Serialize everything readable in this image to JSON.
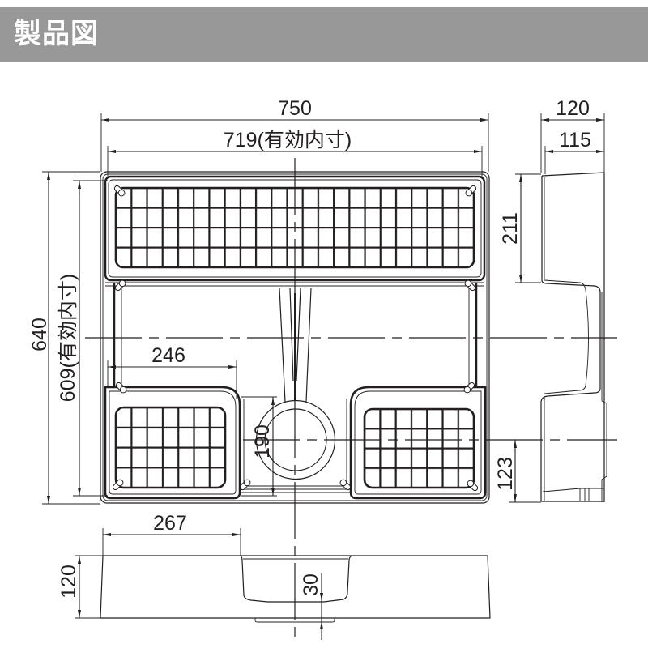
{
  "header": {
    "title": "製品図",
    "background": "#989898",
    "text_color": "#ffffff"
  },
  "drawing": {
    "line_color": "#231f20",
    "plan_view": {
      "overall_width": "750",
      "inner_width": "719(有効内寸)",
      "overall_depth": "640",
      "inner_depth": "609(有効内寸)",
      "tray_width": "246",
      "drain_diameter": "190",
      "top_grid": {
        "rows": 4,
        "cols": 23
      },
      "bottom_left_grid": {
        "rows": 4,
        "cols": 7
      },
      "bottom_right_grid": {
        "rows": 4,
        "cols": 7
      }
    },
    "side_view": {
      "overall_width": "120",
      "inner_width": "115",
      "rear_height": "211",
      "drain_offset": "123"
    },
    "front_view": {
      "drain_offset": "267",
      "height": "120",
      "drain_depth": "30"
    }
  }
}
